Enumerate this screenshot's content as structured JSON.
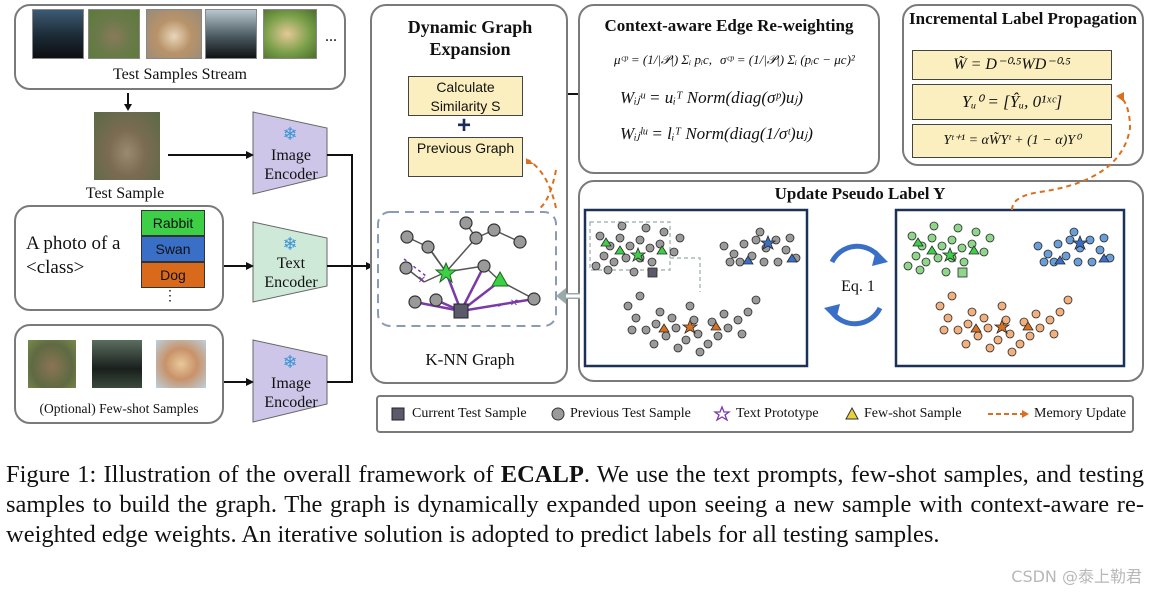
{
  "input": {
    "stream_label": "Test Samples Stream",
    "stream_more": "...",
    "test_sample_label": "Test Sample",
    "prompt_text": "A photo of a <class>",
    "classes": [
      {
        "label": "Rabbit",
        "color": "#3dd047"
      },
      {
        "label": "Swan",
        "color": "#3a6fc8"
      },
      {
        "label": "Dog",
        "color": "#d96a1c"
      }
    ],
    "classes_more": "⋮",
    "fewshot_label": "(Optional) Few-shot Samples"
  },
  "encoders": {
    "image_top": "Image Encoder",
    "text": "Text Encoder",
    "image_bottom": "Image Encoder",
    "color": "#c9c2e6"
  },
  "dynamic_graph": {
    "title": "Dynamic Graph Expansion",
    "similarity": "Calculate Similarity S",
    "plus": "+",
    "previous_graph": "Previous Graph",
    "knn_label": "K-NN Graph"
  },
  "edge_reweighting": {
    "title": "Context-aware Edge Re-weighting",
    "eq_mu": "μᶜᵖ = (1/|𝒫|) Σᵢ pᵢc,",
    "eq_sigma": "σᶜᵖ = (1/|𝒫|) Σᵢ (pᵢc − μc)²",
    "eq_wu": "Wᵢⱼᵘ = uᵢᵀ Norm(diag(σᵖ)uⱼ)",
    "eq_wlu": "Wᵢⱼˡᵘ = lᵢᵀ Norm(diag(1/σᵗ)uⱼ)"
  },
  "label_propagation": {
    "title": "Incremental Label Propagation",
    "eq1": "W̃ = D⁻⁰·⁵WD⁻⁰·⁵",
    "eq2": "Yᵤ⁰ = [Ŷᵤ, 0¹ˣᶜ]",
    "eq3": "Yᵗ⁺¹ = αW̃Yᵗ + (1 − α)Y⁰"
  },
  "update": {
    "title": "Update Pseudo Label Y",
    "eq_label": "Eq. 1"
  },
  "legend": {
    "current": "Current Test Sample",
    "previous": "Previous Test Sample",
    "text_proto": "Text Prototype",
    "fewshot": "Few-shot Sample",
    "memory": "Memory Update"
  },
  "caption": {
    "prefix": "Figure 1: Illustration of the overall framework of ",
    "bold": "ECALP",
    "suffix": ". We use the text prompts, few-shot samples, and testing samples to build the graph. The graph is dynamically expanded upon seeing a new sample with context-aware re-weighted edge weights.  An iterative solution is adopted to predict labels for all testing samples."
  },
  "watermark": "CSDN @泰上勒君"
}
